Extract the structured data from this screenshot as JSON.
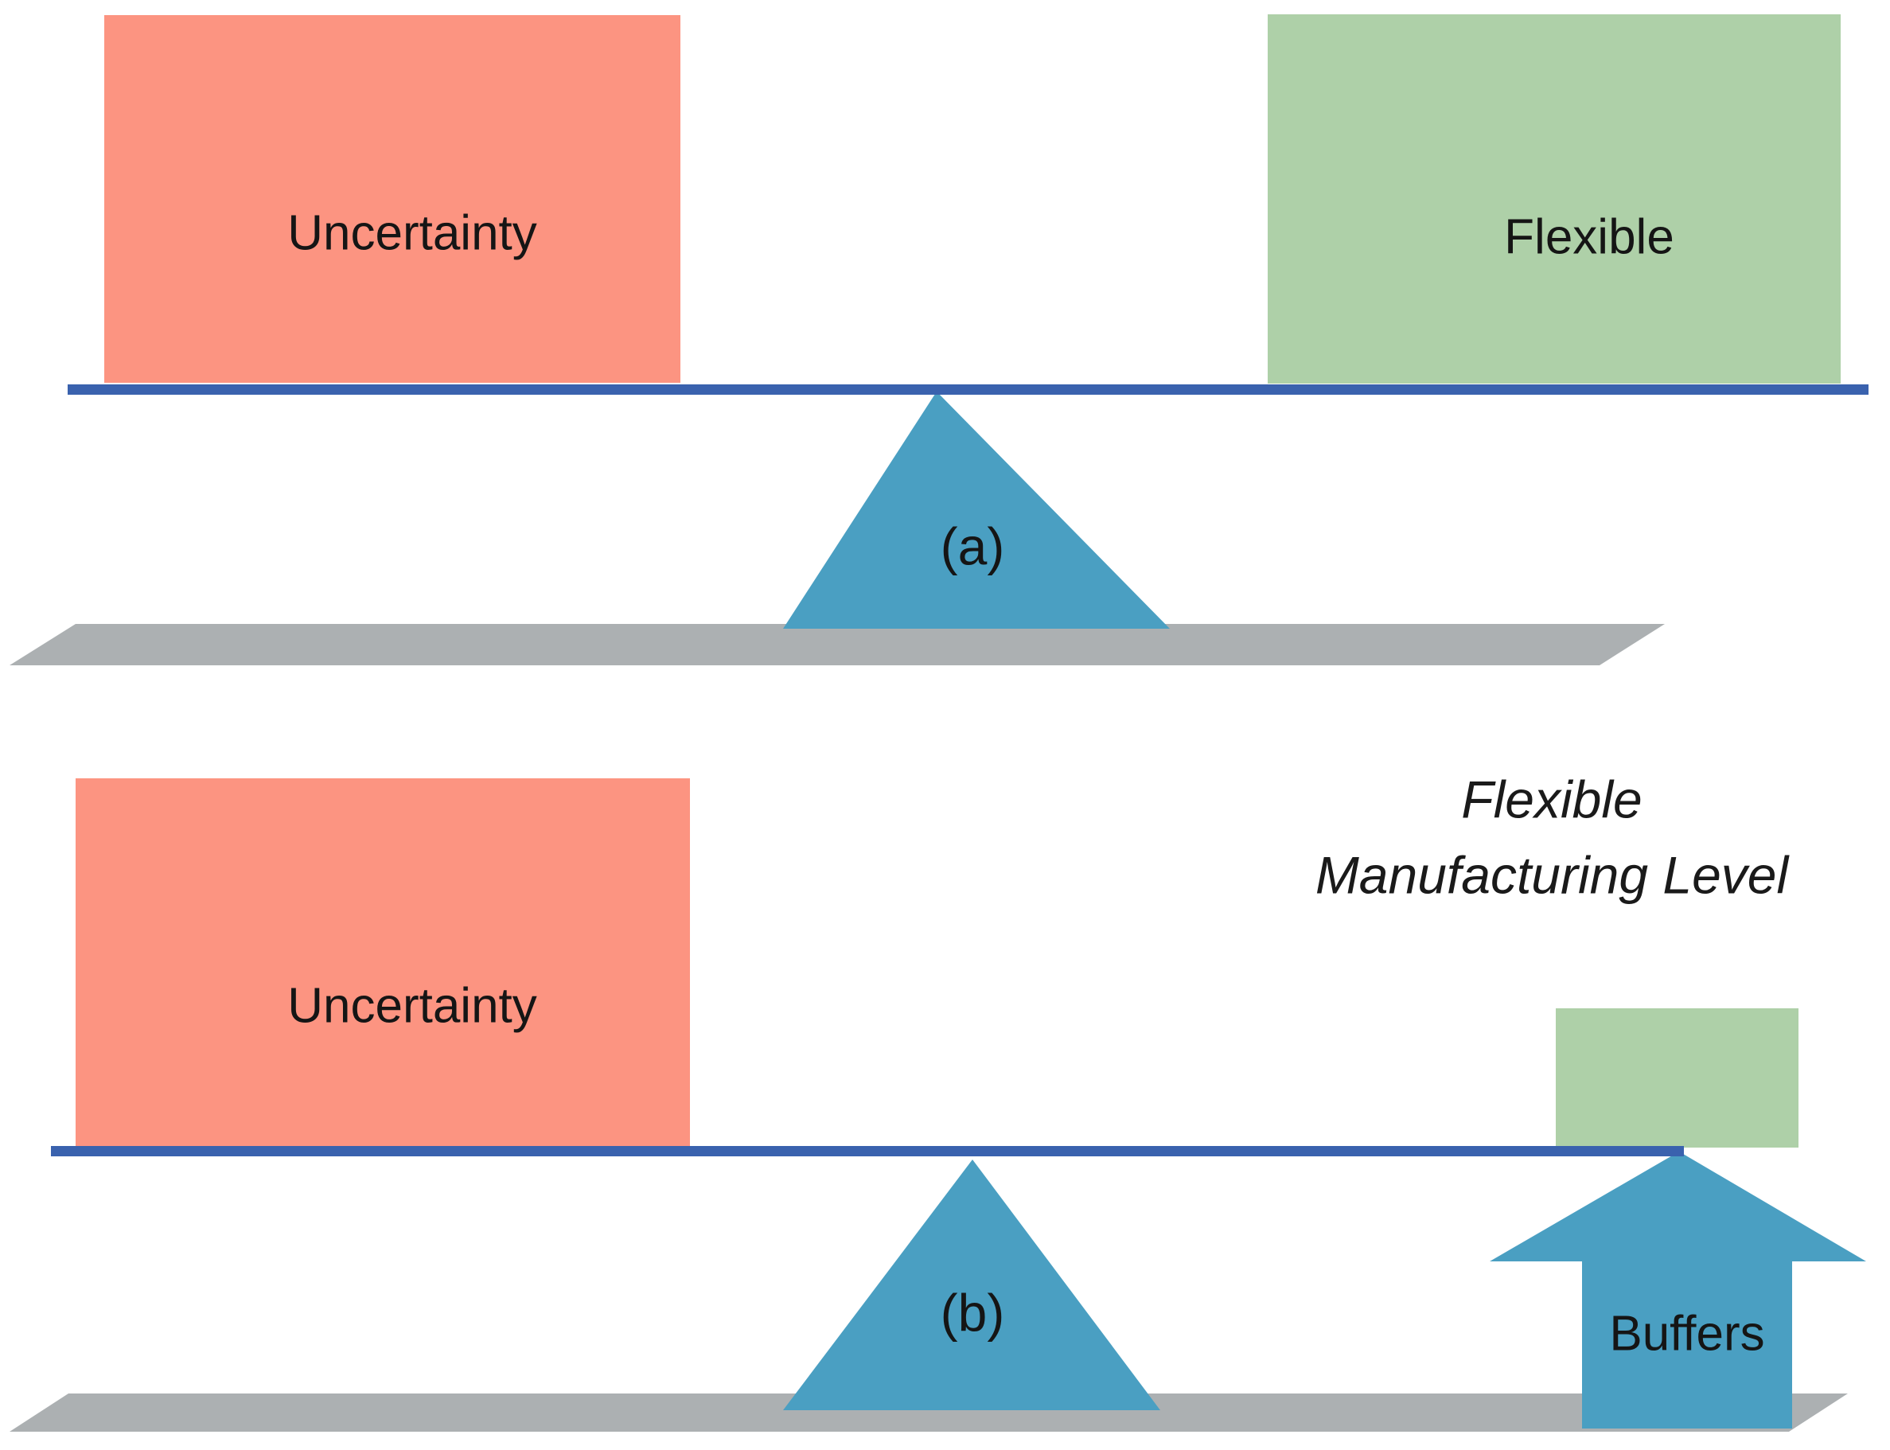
{
  "figure": {
    "title": "Flexible manufacturing balance diagram",
    "background": "#ffffff"
  },
  "colors": {
    "uncertainty_box": "#FC9481",
    "flexible_box": "#AED0A8",
    "lever_line": "#3A62AE",
    "fulcrum": "#4A9FC2",
    "ground": "#ACB0B2",
    "text": "#151515"
  },
  "panels": [
    {
      "id": "a",
      "fulcrum_label": "(a)",
      "left_block": {
        "label": "Uncertainty",
        "color": "#FC9481",
        "state": "large"
      },
      "right_block": {
        "label": "Flexible",
        "color": "#AED0A8",
        "state": "large"
      },
      "lever": {
        "state": "balanced"
      },
      "ground": {
        "shape": "parallelogram"
      }
    },
    {
      "id": "b",
      "fulcrum_label": "(b)",
      "left_block": {
        "label": "Uncertainty",
        "color": "#FC9481",
        "state": "large"
      },
      "right_block": {
        "label": "",
        "color": "#AED0A8",
        "state": "small"
      },
      "lever": {
        "state": "balanced"
      },
      "ground": {
        "shape": "parallelogram"
      },
      "support_arrow": {
        "label": "Buffers",
        "color": "#4A9FC2",
        "direction": "up"
      },
      "annotation": {
        "line1": "Flexible",
        "line2": "Manufacturing Level",
        "style": "italic"
      }
    }
  ]
}
